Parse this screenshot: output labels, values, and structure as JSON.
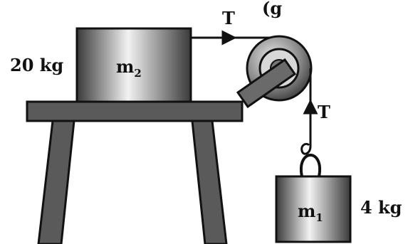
{
  "top_text": "(g",
  "tension_top": "T",
  "tension_right": "T",
  "block_m2": {
    "mass_label": "20 kg",
    "name": "m",
    "subscript": "2"
  },
  "block_m1": {
    "mass_label": "4 kg",
    "name": "m",
    "subscript": "1"
  },
  "colors": {
    "ink": "#111111",
    "table": "#5a5a5a",
    "block_dark": "#3a3a3a",
    "block_light": "#f2f2f2"
  }
}
